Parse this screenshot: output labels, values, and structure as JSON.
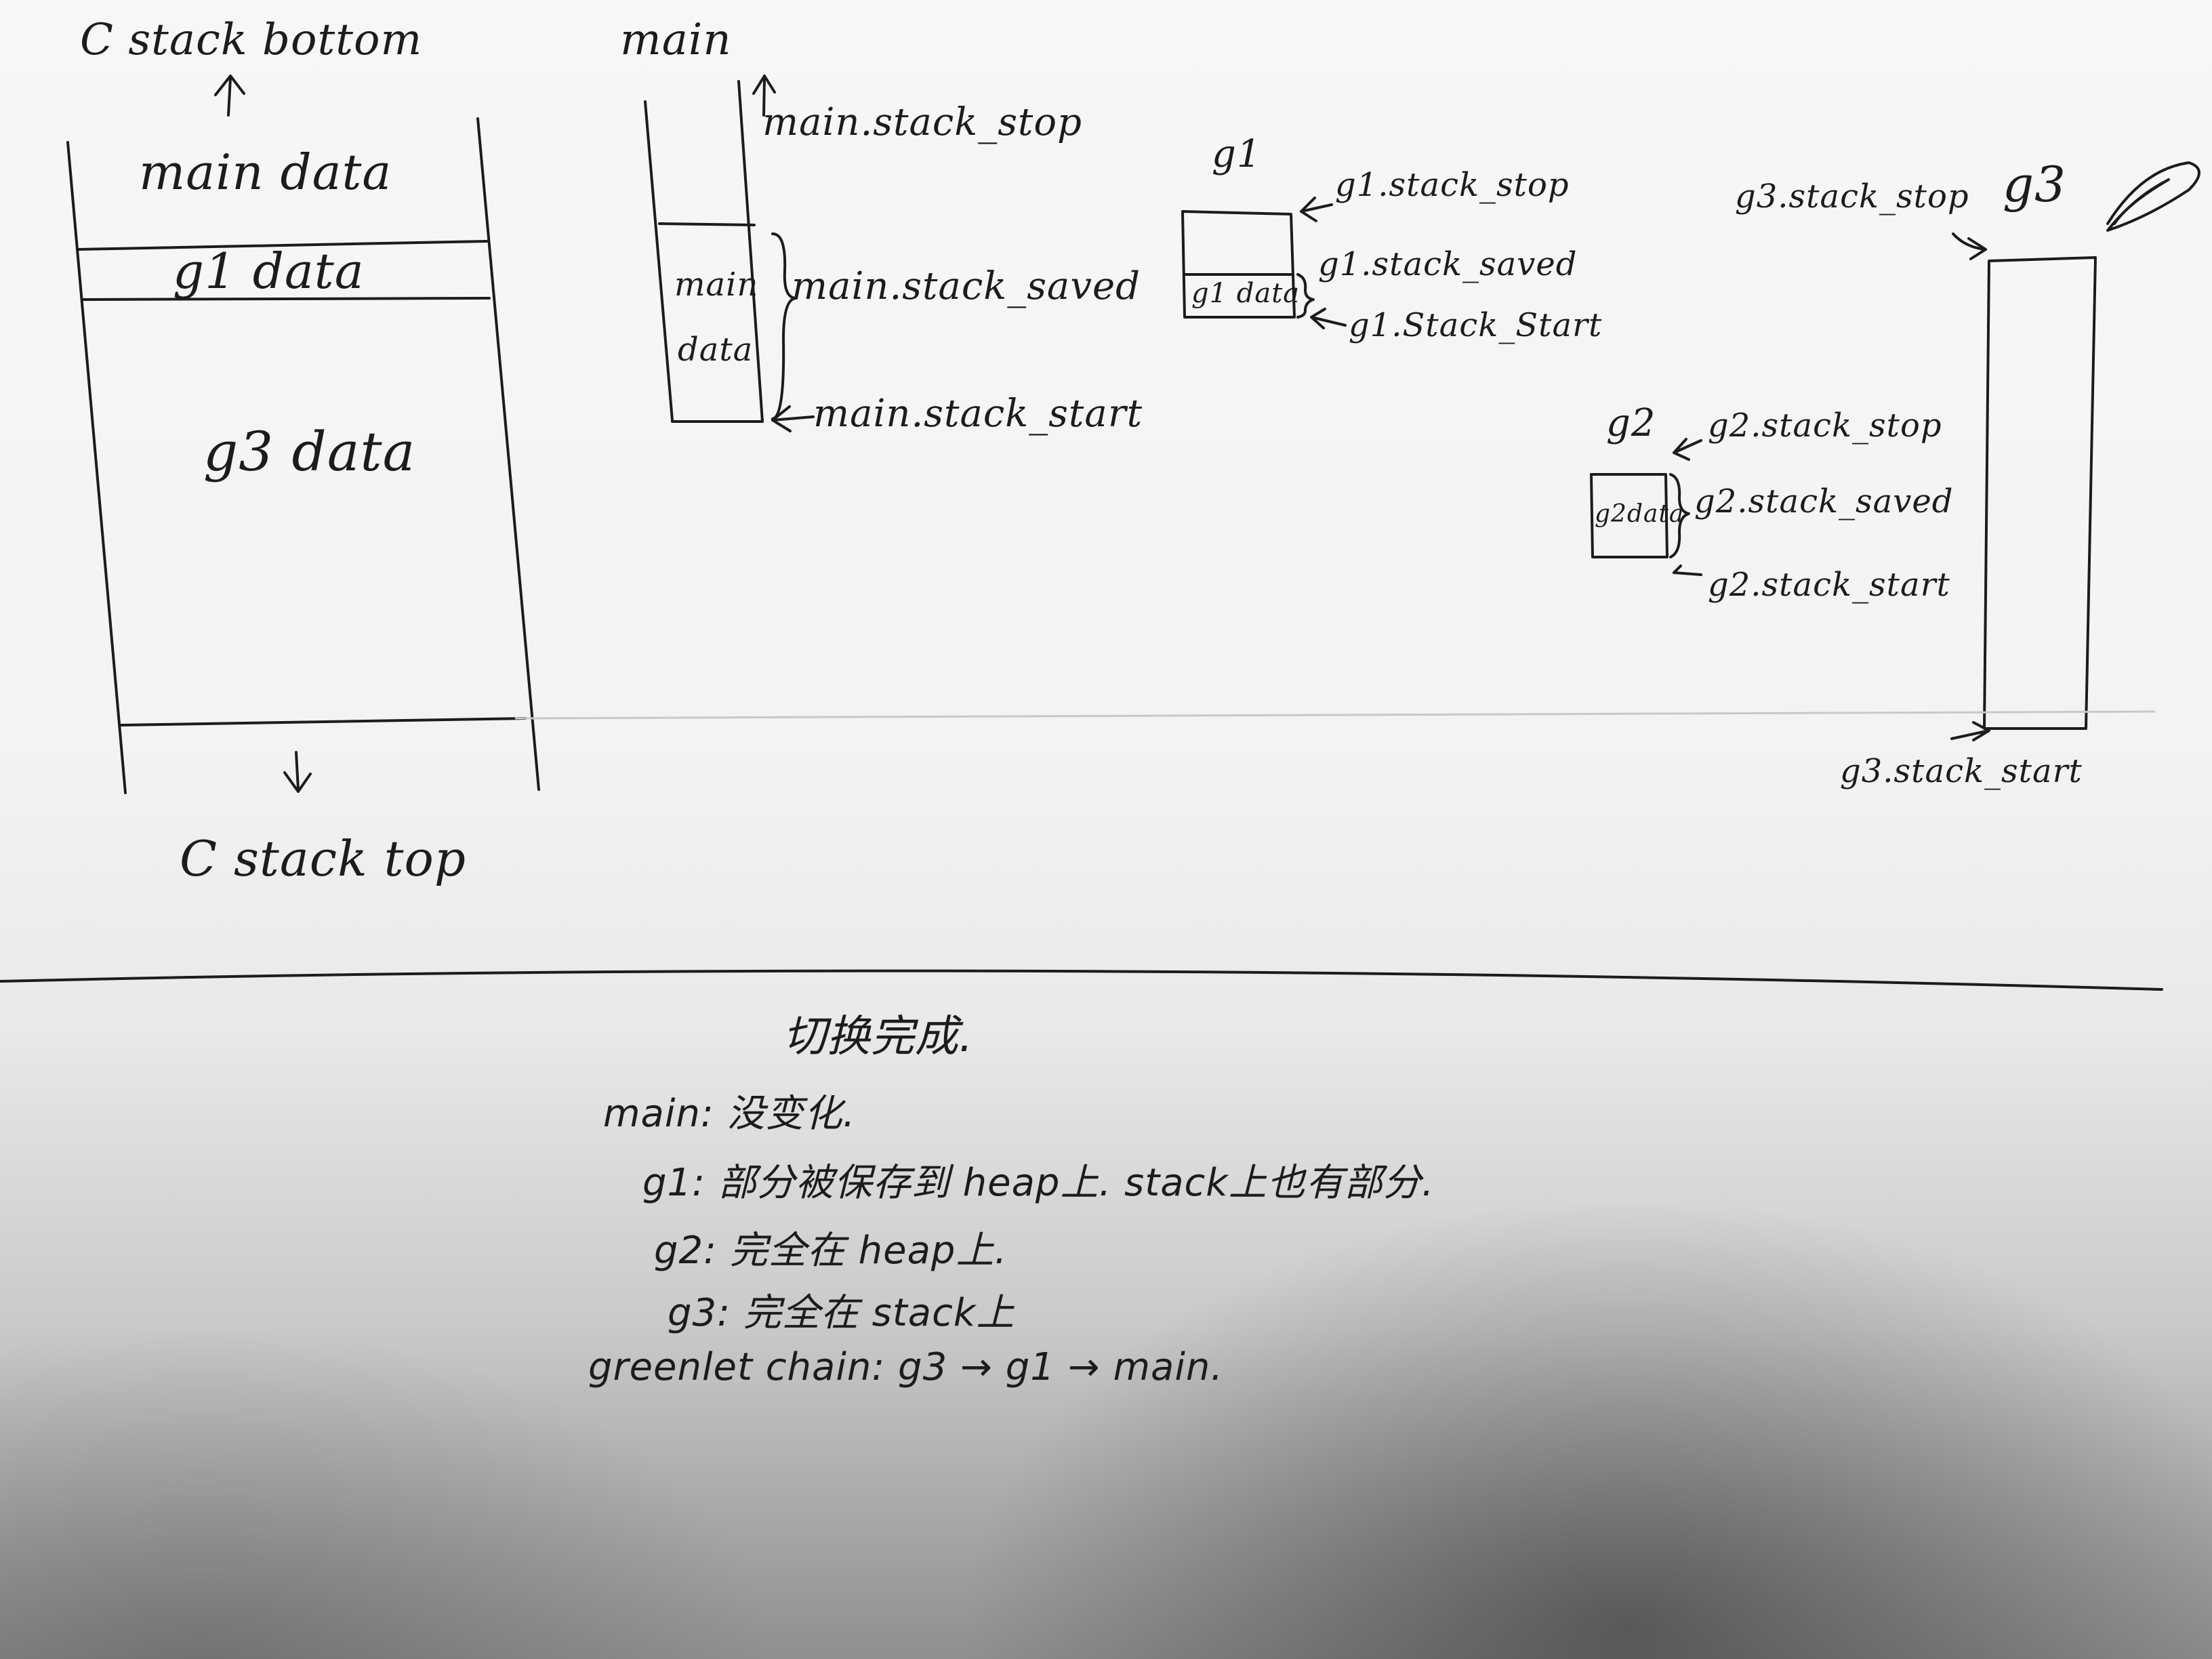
{
  "c_stack": {
    "bottom_label": "C stack bottom",
    "top_label": "C stack top",
    "segments": [
      "main data",
      "g1 data",
      "g3 data"
    ]
  },
  "main_greenlet": {
    "title": "main",
    "box_label_line1": "main",
    "box_label_line2": "data",
    "stack_stop": "main.stack_stop",
    "stack_saved": "main.stack_saved",
    "stack_start": "main.stack_start"
  },
  "g1": {
    "title": "g1",
    "box_label": "g1 data",
    "stack_stop": "g1.stack_stop",
    "stack_saved": "g1.stack_saved",
    "stack_start": "g1.Stack_Start"
  },
  "g2": {
    "title": "g2",
    "box_label": "g2data",
    "stack_stop": "g2.stack_stop",
    "stack_saved": "g2.stack_saved",
    "stack_start": "g2.stack_start"
  },
  "g3": {
    "title": "g3",
    "stack_stop": "g3.stack_stop",
    "stack_start": "g3.stack_start"
  },
  "notes": {
    "heading": "切换完成.",
    "lines": [
      "main: 没变化.",
      "g1: 部分被保存到 heap上. stack上也有部分.",
      "g2: 完全在 heap上.",
      "g3: 完全在 stack上",
      "greenlet chain:  g3 → g1 → main."
    ]
  }
}
